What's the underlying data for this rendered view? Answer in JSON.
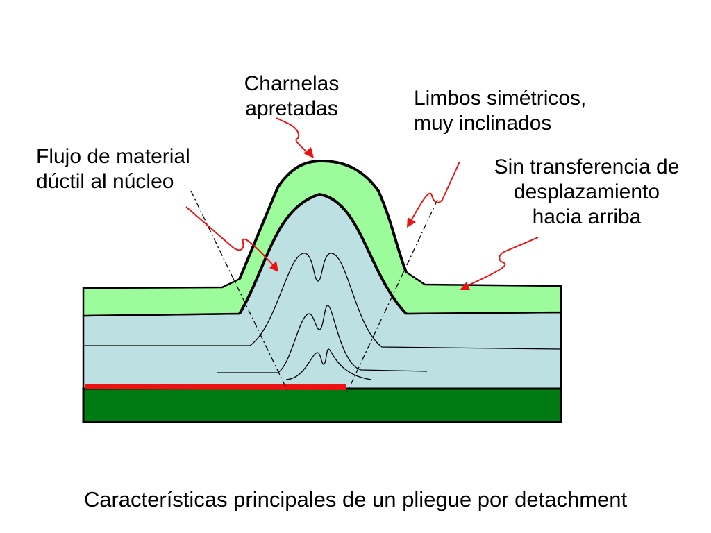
{
  "labels": {
    "charnelas": [
      "Charnelas",
      "apretadas"
    ],
    "limbos": [
      "Limbos simétricos,",
      "muy inclinados"
    ],
    "flujo": [
      "Flujo de material",
      "dúctil al núcleo"
    ],
    "sin_transferencia": [
      "Sin transferencia de",
      "desplazamiento",
      "hacia arriba"
    ]
  },
  "caption": "Características principales de un pliegue por detachment",
  "colors": {
    "competent_layer": "#9cfc9c",
    "ductile_layer": "#bde0e3",
    "basement": "#007a13",
    "detachment": "#ee1111",
    "arrow": "#ee1111",
    "outline": "#000000"
  }
}
